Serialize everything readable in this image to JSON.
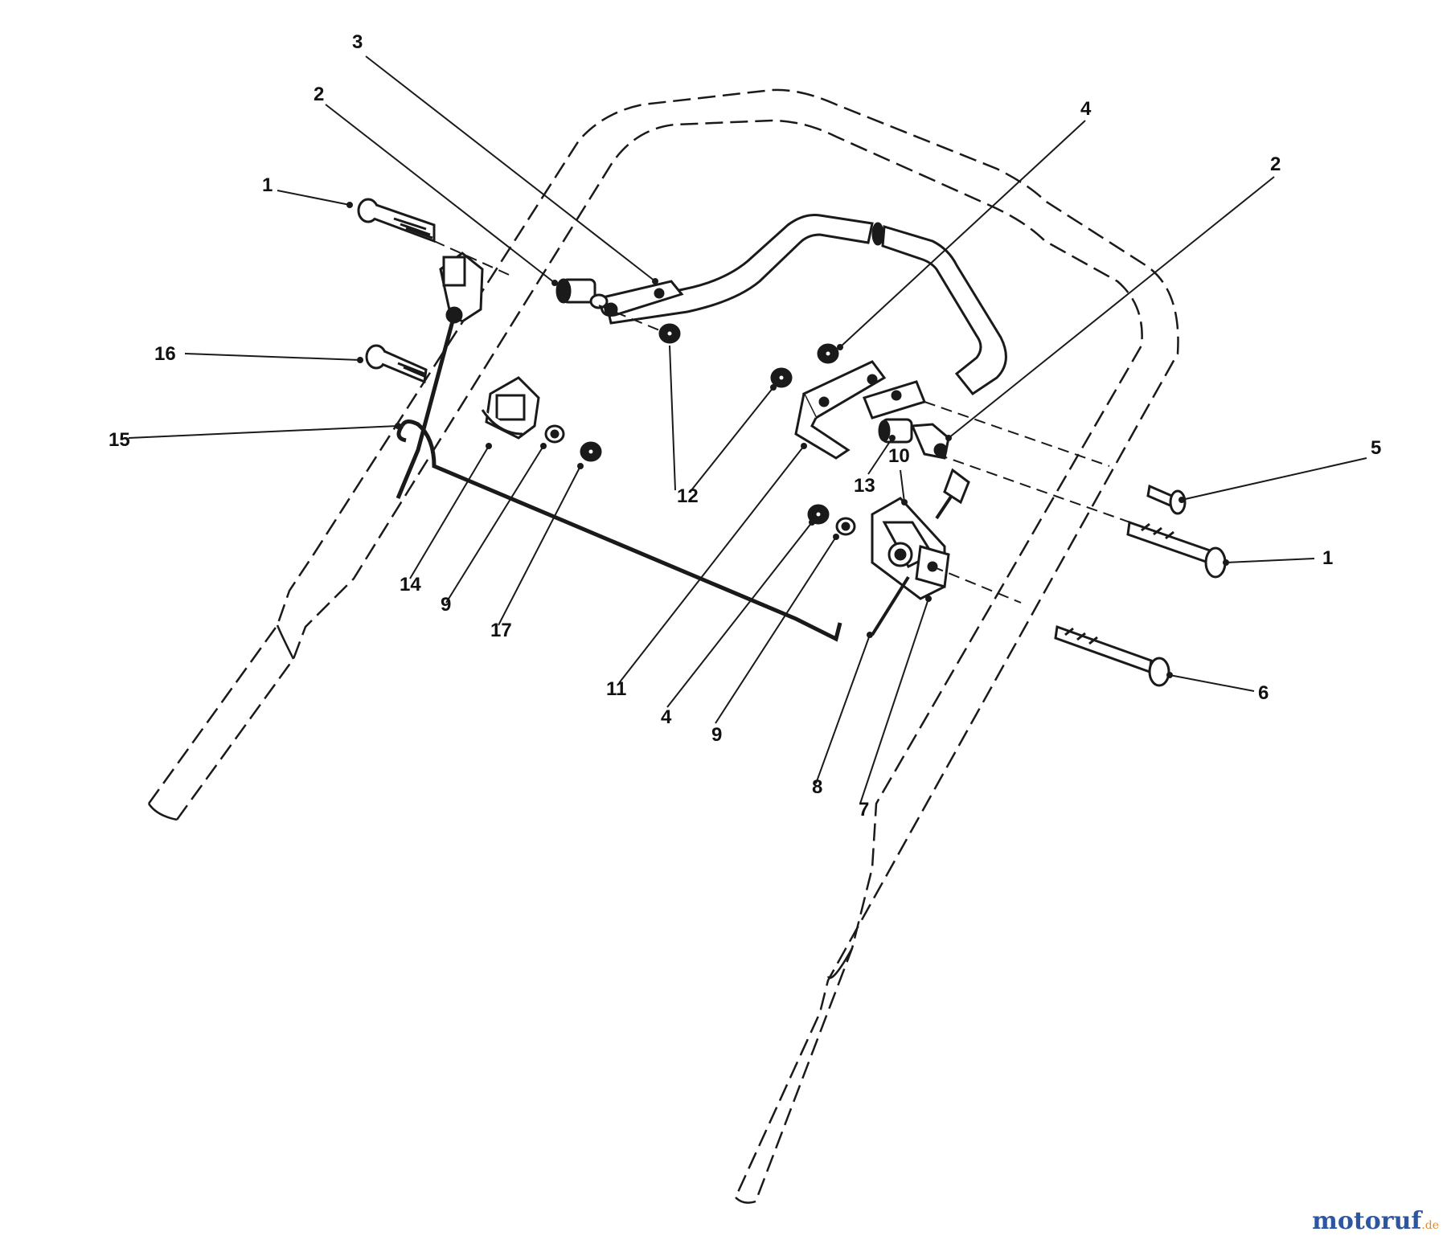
{
  "callouts": [
    "1",
    "2",
    "3",
    "4",
    "2",
    "16",
    "15",
    "14",
    "9",
    "17",
    "12",
    "11",
    "4",
    "9",
    "13",
    "10",
    "5",
    "1",
    "6",
    "8",
    "7"
  ],
  "watermark": {
    "main": "motoruf",
    "suffix": ".de"
  },
  "colors": {
    "line": "#1a1a1a",
    "watermark_main": "#2d56a2",
    "watermark_dot": "#e08a2e"
  }
}
